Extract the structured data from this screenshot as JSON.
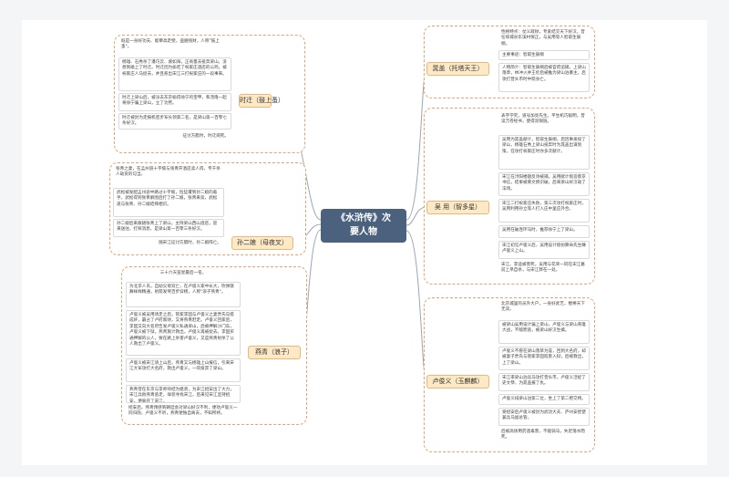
{
  "center": {
    "line1": "《水浒传》次",
    "line2": "要人物"
  },
  "colors": {
    "center": "#4b617e",
    "topic_fill": "#fde9c6",
    "group_border": "#f0a070",
    "line": "#9aa7b4"
  },
  "topics": {
    "shiqian": "时迁（鼓上蚤）",
    "suner": "孙二娘（母夜叉）",
    "yanqing": "燕青（浪子）",
    "chaogai": "晁盖（托塔天王）",
    "wuyong": "吴 用（智多星）",
    "lujunyi": "卢俊义（玉麒麟）"
  },
  "shiqian": [
    "既是一身好功夫、能攀高走壁，盗遍钱财，人称\"鼓上蚤\"。",
    "杨雄、石秀杀了潘巧云、裴如海，正商量去投奔梁山，没想到碰上了时迁。时迁因为偷吃了祝家庄酒店的公鸡，被祝家庄人马捉去，并且惹出宋江三打祝家庄的一段事来。",
    "时迁上梁山后，被派去东京偷得徐宁的宝甲，和汤隆一起将徐宁骗上梁山，立了功劳。",
    "时迁被封为走报机密步军头领第二名，是梁山第一百零七条好汉。",
    "征讨方腊时，时迁病死。"
  ],
  "suner": [
    "张青之妻，在孟州道十字坡与张青开酒店卖人肉，专干杀人劫货的勾当。",
    "武松被发配孟州途中路过十字坡，险些遭到孙二娘的毒手。武松得到张青解围后打了孙二娘，张青来谈，武松遂与张青、孙二娘结拜相识。",
    "孙二娘后来跟随张青上了梁山，主持梁山西山酒店，迎来送往，打探消息，是梁山第一百零三条好汉。",
    "随宋江征讨方腊时，孙二娘阵亡。"
  ],
  "yanqing": [
    "三十六天罡星最后一名。",
    "为北京人氏，自幼父母双亡，在卢俊义家中长大，吹弹歌舞样样精通，射箭发弩百步穿杨，人称\"浪子燕青\"。",
    "卢俊义被吴用诱走之后，管家李固与卢俊义之妻贾氏勾搭成奸，霸占了卢府家财，又将燕青赶走。卢俊义回家后，李固又向大名府告发卢俊义私通梁山，后被押解沙门岛，卢俊义被下狱，燕青施计救出，卢俊义再被捉去。李固买通押解的公人，要在路上杀害卢俊义，又是燕青射杀了公人救出了卢俊义。",
    "卢俊义被宋江请上山后，燕青又与杨雄上山报信，引来宋江大军攻打大名府，救出卢俊义，一同投奔了梁山。",
    "燕青曾在东京与李师师结为姐弟，为宋江招安出了大力，宋江兵败燕青逃走，佯装寻找宋江，后来见宋江坚持招安，便离开了宋江。",
    "招安后，燕青预感到朝廷会对梁山好汉不利，便劝卢俊义一同归隐，卢俊义不听，燕青便独自离去，不知所终。"
  ],
  "chaogai": [
    "性格特点：仗义疏财，专爱结交天下好汉。曾任郓城县东溪村保正，与吴用等人智取生辰纲。",
    "主要事迹：智取生辰纲",
    "人物简介：智取生辰纲后被官府追捕，上梁山落草，林冲火并王伦后被推为梁山泊寨主。后攻打曾头市时中箭身亡。"
  ],
  "wuyong": [
    "表字学究，道号加亮先生。平生机巧聪明，曾读万卷经书，使得双铜链。",
    "吴用为晁盖献计，智取生辰纲，后因事发投了梁山，杨雄石秀上梁山投奔时为晁盖出谋划策，在攻打祝家庄时亦多次献计。",
    "宋江在浔阳楼题反诗被捕，吴用献计假造蔡京书信，结果被黄文炳识破，后来梁山好汉劫了法场。",
    "宋江二打祝家庄失败，第三次攻打祝家庄时，吴用利用孙立等人打入庄中里应外合。",
    "吴用在破连环马时，推荐徐宁上了梁山。",
    "宋江初见卢俊义后，吴用设计假扮算命先生赚卢俊义上山。",
    "宋江、李逵被害死，吴用与花荣一同在宋江墓前上吊自杀，与宋江葬在一处。"
  ],
  "lujunyi": [
    "北京城里的员外大户，一身好武艺，棍棒天下无双。",
    "被梁山吴用设计骗上梁山，卢俊义与梁山英雄大战，不敌而逃，被梁山好汉生擒。",
    "卢俊义不愿在梁山落草为寇，回到大名府，却被妻子贾氏与管家李固陷害入狱，后被救出，上了梁山。",
    "宋江率梁山泊兵马攻打曾头市，卢俊义活捉了史文恭，为晁盖报了仇。",
    "卢俊义排梁山泊第二位，坐上了第二把交椅。",
    "受招安后卢俊义被封为武功大夫、庐州安抚使兼兵马副总管。",
    "后被高俅用药酒毒害，不能骑马，失足落水而死。"
  ]
}
